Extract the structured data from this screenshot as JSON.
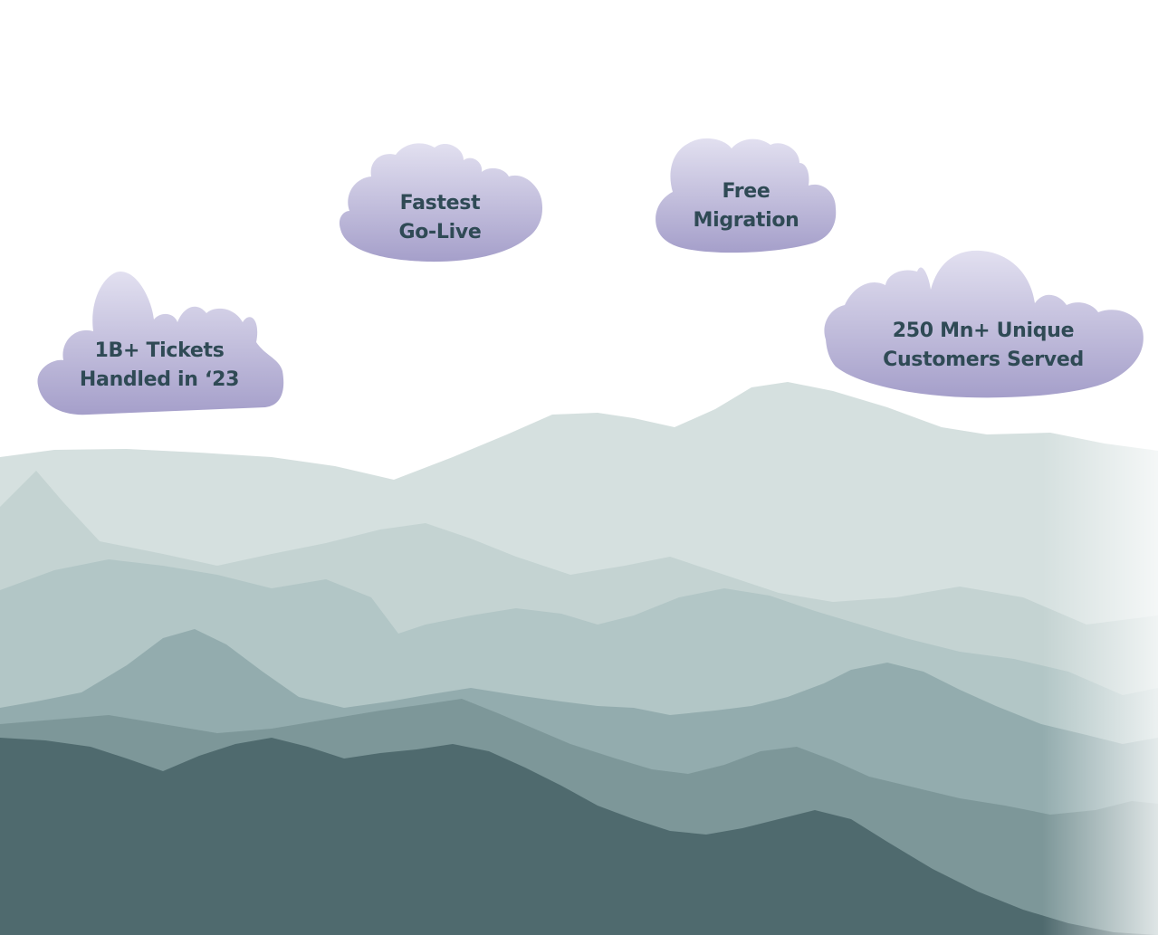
{
  "clouds": [
    {
      "line1": "1B+ Tickets",
      "line2": "Handled in ‘23"
    },
    {
      "line1": "Fastest",
      "line2": "Go-Live"
    },
    {
      "line1": "Free",
      "line2": "Migration"
    },
    {
      "line1": "250 Mn+ Unique",
      "line2": "Customers Served"
    }
  ],
  "colors": {
    "cloud_fill": "#d9d6ea",
    "cloud_shade": "#a9a3cc",
    "text": "#2f4a55",
    "mountain_far": "#d6e1e0",
    "mountain_mid": "#a9bfbf",
    "mountain_near": "#4f6a6e"
  }
}
